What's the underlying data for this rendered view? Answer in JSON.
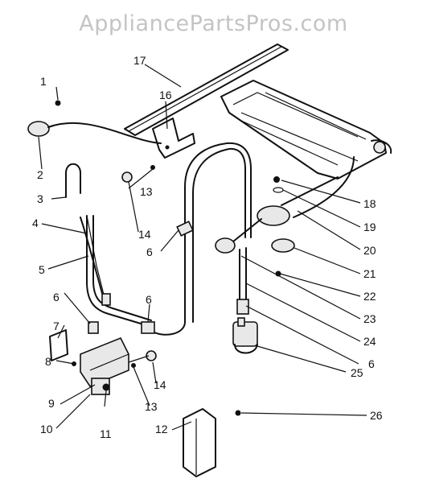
{
  "watermark": "AppliancePartsPros.com",
  "callouts": [
    "1",
    "2",
    "3",
    "4",
    "5",
    "6",
    "6",
    "6",
    "6",
    "7",
    "8",
    "9",
    "10",
    "11",
    "12",
    "13",
    "13",
    "14",
    "14",
    "16",
    "17",
    "18",
    "19",
    "20",
    "21",
    "22",
    "23",
    "24",
    "25",
    "26"
  ]
}
